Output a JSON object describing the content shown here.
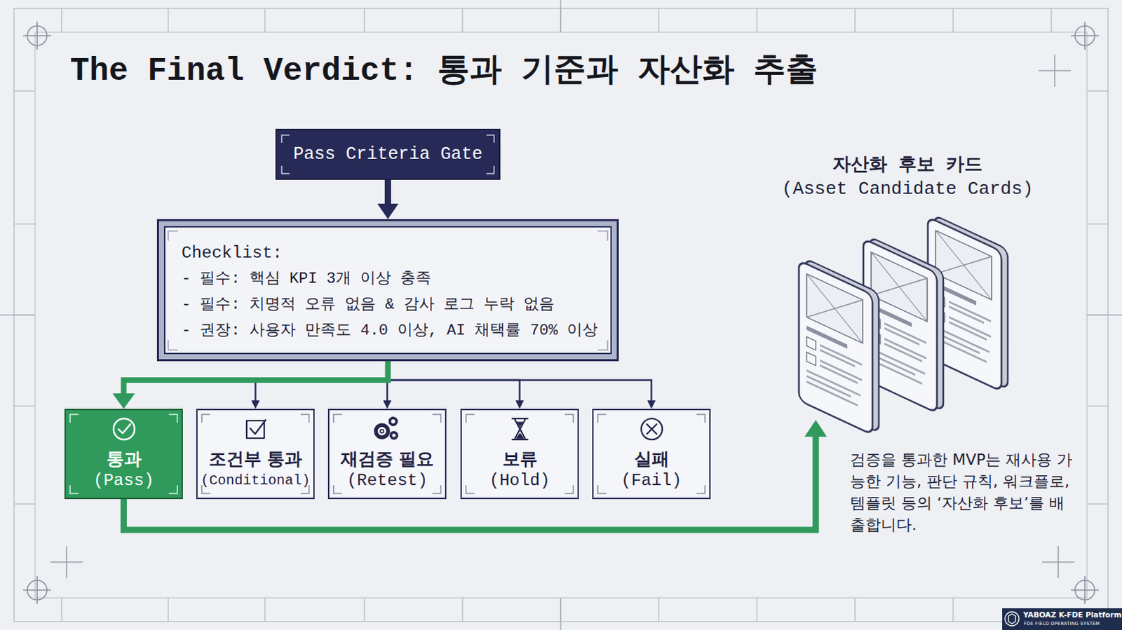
{
  "diagram": {
    "title": "The Final Verdict: 통과 기준과 자산화 추출",
    "nodes": [
      {
        "text": [
          "Pass Criteria Gate"
        ]
      },
      {
        "text": [
          "Checklist:",
          "- 필수: 핵심 KPI 3개 이상 충족",
          "- 필수: 치명적 오류 없음 & 감사 로그 누락 없음",
          "- 권장: 사용자 만족도 4.0 이상, AI 채택률 70% 이상"
        ]
      },
      {
        "text": [
          "통과",
          "(Pass)"
        ]
      },
      {
        "text": [
          "조건부 통과",
          "(Conditional)"
        ]
      },
      {
        "text": [
          "재검증 필요",
          "(Retest)"
        ]
      },
      {
        "text": [
          "보류",
          "(Hold)"
        ]
      },
      {
        "text": [
          "실패",
          "(Fail)"
        ]
      },
      {
        "text": [
          "자산화 후보 카드",
          "(Asset Candidate Cards)",
          "검증을 통과한 MVP는 재사용 가능한 기능, 판단 규칙, 워크플로, 템플릿 등의 ‘자산화 후보’를 배출합니다."
        ]
      }
    ],
    "edges": [
      {
        "from": 0,
        "to": 1,
        "arrow": "to"
      },
      {
        "from": 1,
        "to": 2,
        "arrow": "to"
      },
      {
        "from": 1,
        "to": 3,
        "arrow": "to"
      },
      {
        "from": 1,
        "to": 4,
        "arrow": "to"
      },
      {
        "from": 1,
        "to": 5,
        "arrow": "to"
      },
      {
        "from": 1,
        "to": 6,
        "arrow": "to"
      },
      {
        "from": 2,
        "to": 7,
        "arrow": "to"
      }
    ],
    "labels": [
      "YABOAZ K-FDE Platform",
      "FDE FIELD OPERATING SYSTEM"
    ]
  }
}
